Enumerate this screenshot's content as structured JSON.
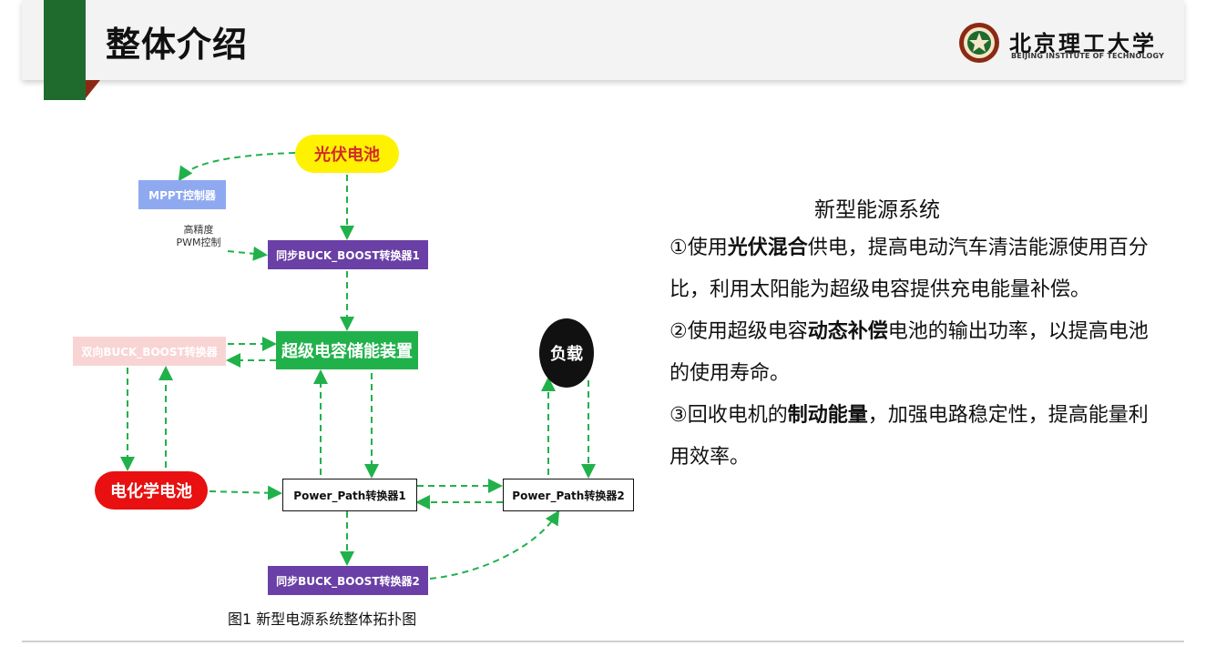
{
  "header": {
    "title": "整体介绍",
    "logo": {
      "name_cn": "北京理工大学",
      "name_en": "BEIJING INSTITUTE OF TECHNOLOGY"
    }
  },
  "diagram": {
    "nodes": {
      "pv": "光伏电池",
      "mppt": "MPPT控制器",
      "high_precision_pwm": "高精度\nPWM控制",
      "sync_buck_boost_1": "同步BUCK_BOOST转换器1",
      "bidir_buck_boost": "双向BUCK_BOOST转换器",
      "supercap": "超级电容储能装置",
      "load": "负载",
      "battery": "电化学电池",
      "power_path_1": "Power_Path转换器1",
      "power_path_2": "Power_Path转换器2",
      "sync_buck_boost_2": "同步BUCK_BOOST转换器2"
    },
    "caption": "图1 新型电源系统整体拓扑图",
    "colors": {
      "arrow": "#21b14b",
      "pv": "#fff200",
      "battery": "#e81010",
      "supercap": "#21b14b",
      "converter": "#6a3fa6"
    }
  },
  "panel": {
    "title": "新型能源系统",
    "p1": {
      "a": "①使用",
      "b": "光伏混合",
      "c": "供电，提高电动汽车清洁能源使用百分比，利用太阳能为超级电容提供充电能量补偿。"
    },
    "p2": {
      "a": "②使用超级电容",
      "b": "动态补偿",
      "c": "电池的输出功率，以提高电池的使用寿命。"
    },
    "p3": {
      "a": "③回收电机的",
      "b": "制动能量",
      "c": "，加强电路稳定性，提高能量利用效率。"
    }
  }
}
